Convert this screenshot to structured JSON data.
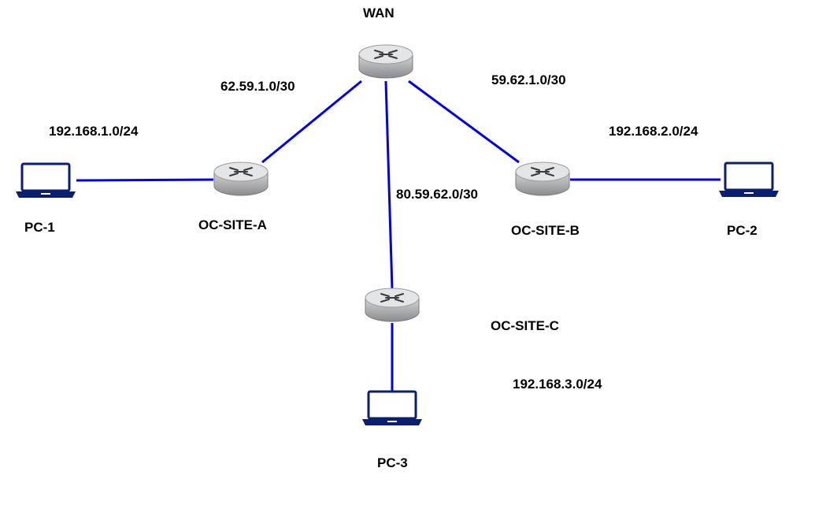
{
  "diagram": {
    "link_color": "#0000ee",
    "routers": [
      {
        "id": "wan",
        "label": "WAN"
      },
      {
        "id": "site_a",
        "label": "OC-SITE-A"
      },
      {
        "id": "site_b",
        "label": "OC-SITE-B"
      },
      {
        "id": "site_c",
        "label": "OC-SITE-C"
      }
    ],
    "pcs": [
      {
        "id": "pc1",
        "label": "PC-1",
        "icon": "laptop-icon"
      },
      {
        "id": "pc2",
        "label": "PC-2",
        "icon": "laptop-icon"
      },
      {
        "id": "pc3",
        "label": "PC-3",
        "icon": "laptop-icon"
      }
    ],
    "networks": {
      "wan_a": "62.59.1.0/30",
      "wan_b": "59.62.1.0/30",
      "wan_c": "80.59.62.0/30",
      "lan_a": "192.168.1.0/24",
      "lan_b": "192.168.2.0/24",
      "lan_c": "192.168.3.0/24"
    }
  }
}
